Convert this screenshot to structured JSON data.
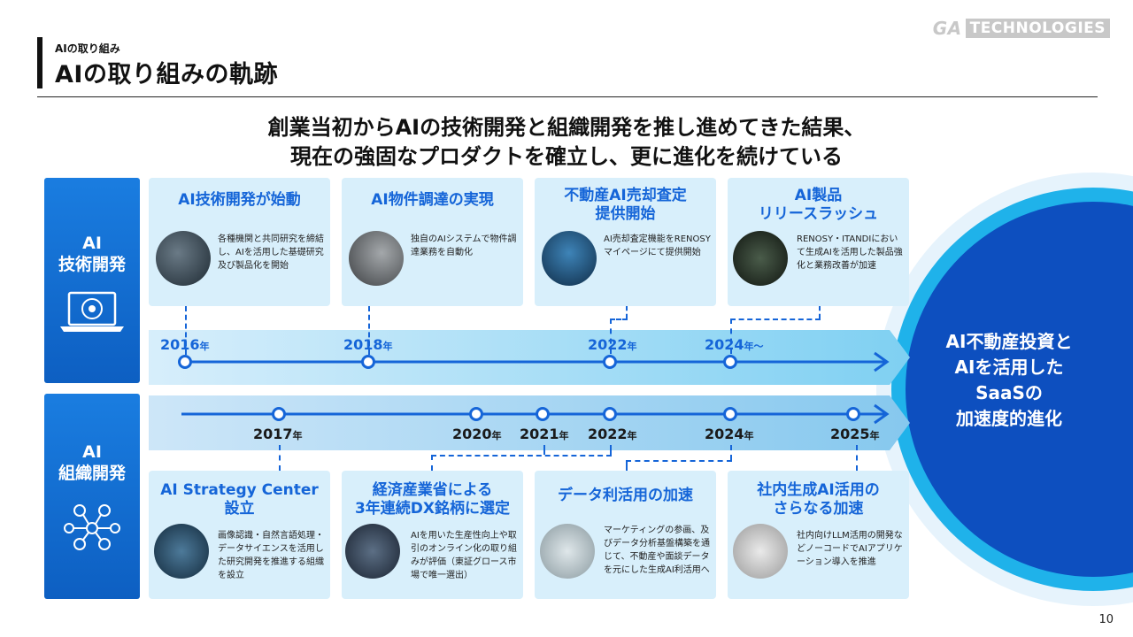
{
  "header": {
    "category": "AIの取り組み",
    "title": "AIの取り組みの軌跡"
  },
  "logo": {
    "ga": "GA",
    "tech": "TECHNOLOGIES"
  },
  "headline": {
    "line1": "創業当初からAIの技術開発と組織開発を推し進めてきた結果、",
    "line2": "現在の強固なプロダクトを確立し、更に進化を続けている"
  },
  "tech": {
    "label1": "AI",
    "label2": "技術開発",
    "cards": [
      {
        "title": "AI技術開発が始動",
        "text": "各種機関と共同研究を締結し、AIを活用した基礎研究及び製品化を開始"
      },
      {
        "title": "AI物件調達の実現",
        "text": "独自のAIシステムで物件調達業務を自動化"
      },
      {
        "title1": "不動産AI売却査定",
        "title2": "提供開始",
        "text": "AI売却査定機能をRENOSYマイページにて提供開始"
      },
      {
        "title1": "AI製品",
        "title2": "リリースラッシュ",
        "text": "RENOSY・ITANDIにおいて生成AIを活用した製品強化と業務改善が加速"
      }
    ],
    "years": [
      {
        "num": "2016",
        "unit": "年"
      },
      {
        "num": "2018",
        "unit": "年"
      },
      {
        "num": "2022",
        "unit": "年"
      },
      {
        "num": "2024",
        "unit": "年～"
      }
    ]
  },
  "org": {
    "label1": "AI",
    "label2": "組織開発",
    "years": [
      {
        "num": "2017",
        "unit": "年"
      },
      {
        "num": "2020",
        "unit": "年"
      },
      {
        "num": "2021",
        "unit": "年"
      },
      {
        "num": "2022",
        "unit": "年"
      },
      {
        "num": "2024",
        "unit": "年"
      },
      {
        "num": "2025",
        "unit": "年"
      }
    ],
    "cards": [
      {
        "title1": "AI Strategy Center",
        "title2": "設立",
        "text": "画像認識・自然言語処理・データサイエンスを活用した研究開発を推進する組織を設立"
      },
      {
        "title1": "経済産業省による",
        "title2": "3年連続DX銘柄に選定",
        "text": "AIを用いた生産性向上や取引のオンライン化の取り組みが評価（東証グロース市場で唯一選出）"
      },
      {
        "title": "データ利活用の加速",
        "text": "マーケティングの参画、及びデータ分析基盤構築を通じて、不動産や面談データを元にした生成AI利活用へ"
      },
      {
        "title1": "社内生成AI活用の",
        "title2": "さらなる加速",
        "text": "社内向けLLM活用の開発などノーコードでAIアプリケーション導入を推進"
      }
    ]
  },
  "result": {
    "line1": "AI不動産投資と",
    "line2": "AIを活用した",
    "line3": "SaaSの",
    "line4": "加速度的進化"
  },
  "page_number": "10",
  "colors": {
    "primary": "#1565d8",
    "card_bg": "#d8effb",
    "result_bg": "#0d4fbf"
  }
}
